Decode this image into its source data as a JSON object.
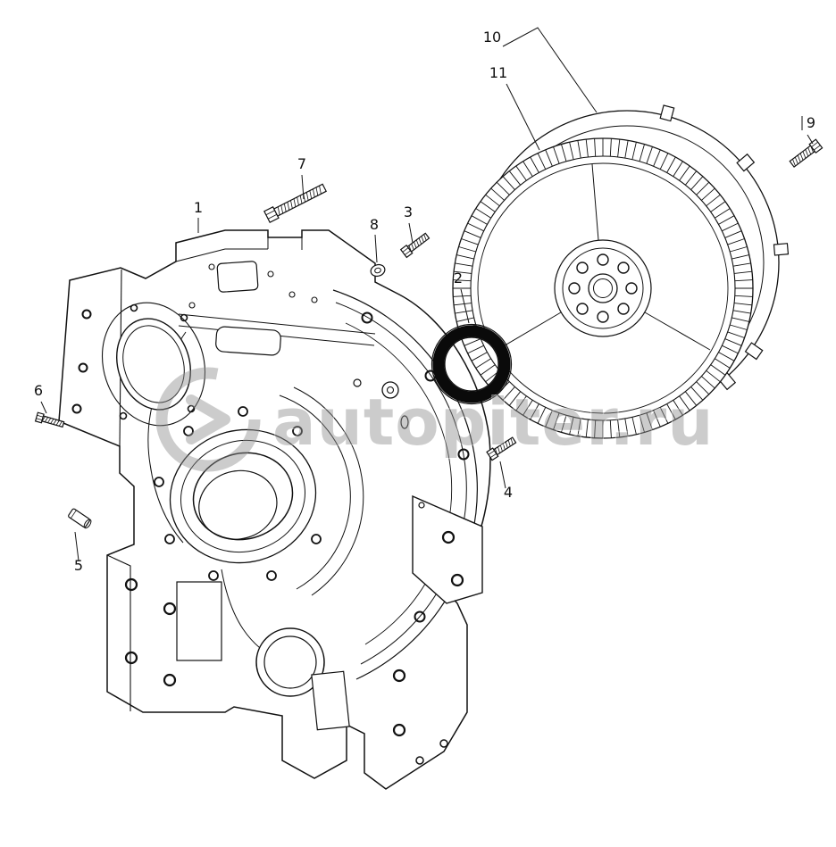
{
  "watermark": {
    "text": "autopiter.ru"
  },
  "colors": {
    "line": "#111111",
    "watermark_gray": "#8f8f8f",
    "oring_black": "#0a0a0a"
  },
  "callouts": {
    "n1": "1",
    "n2": "2",
    "n3": "3",
    "n4": "4",
    "n5": "5",
    "n6": "6",
    "n7": "7",
    "n8": "8",
    "n9": "9",
    "n10": "10",
    "n11": "11"
  }
}
